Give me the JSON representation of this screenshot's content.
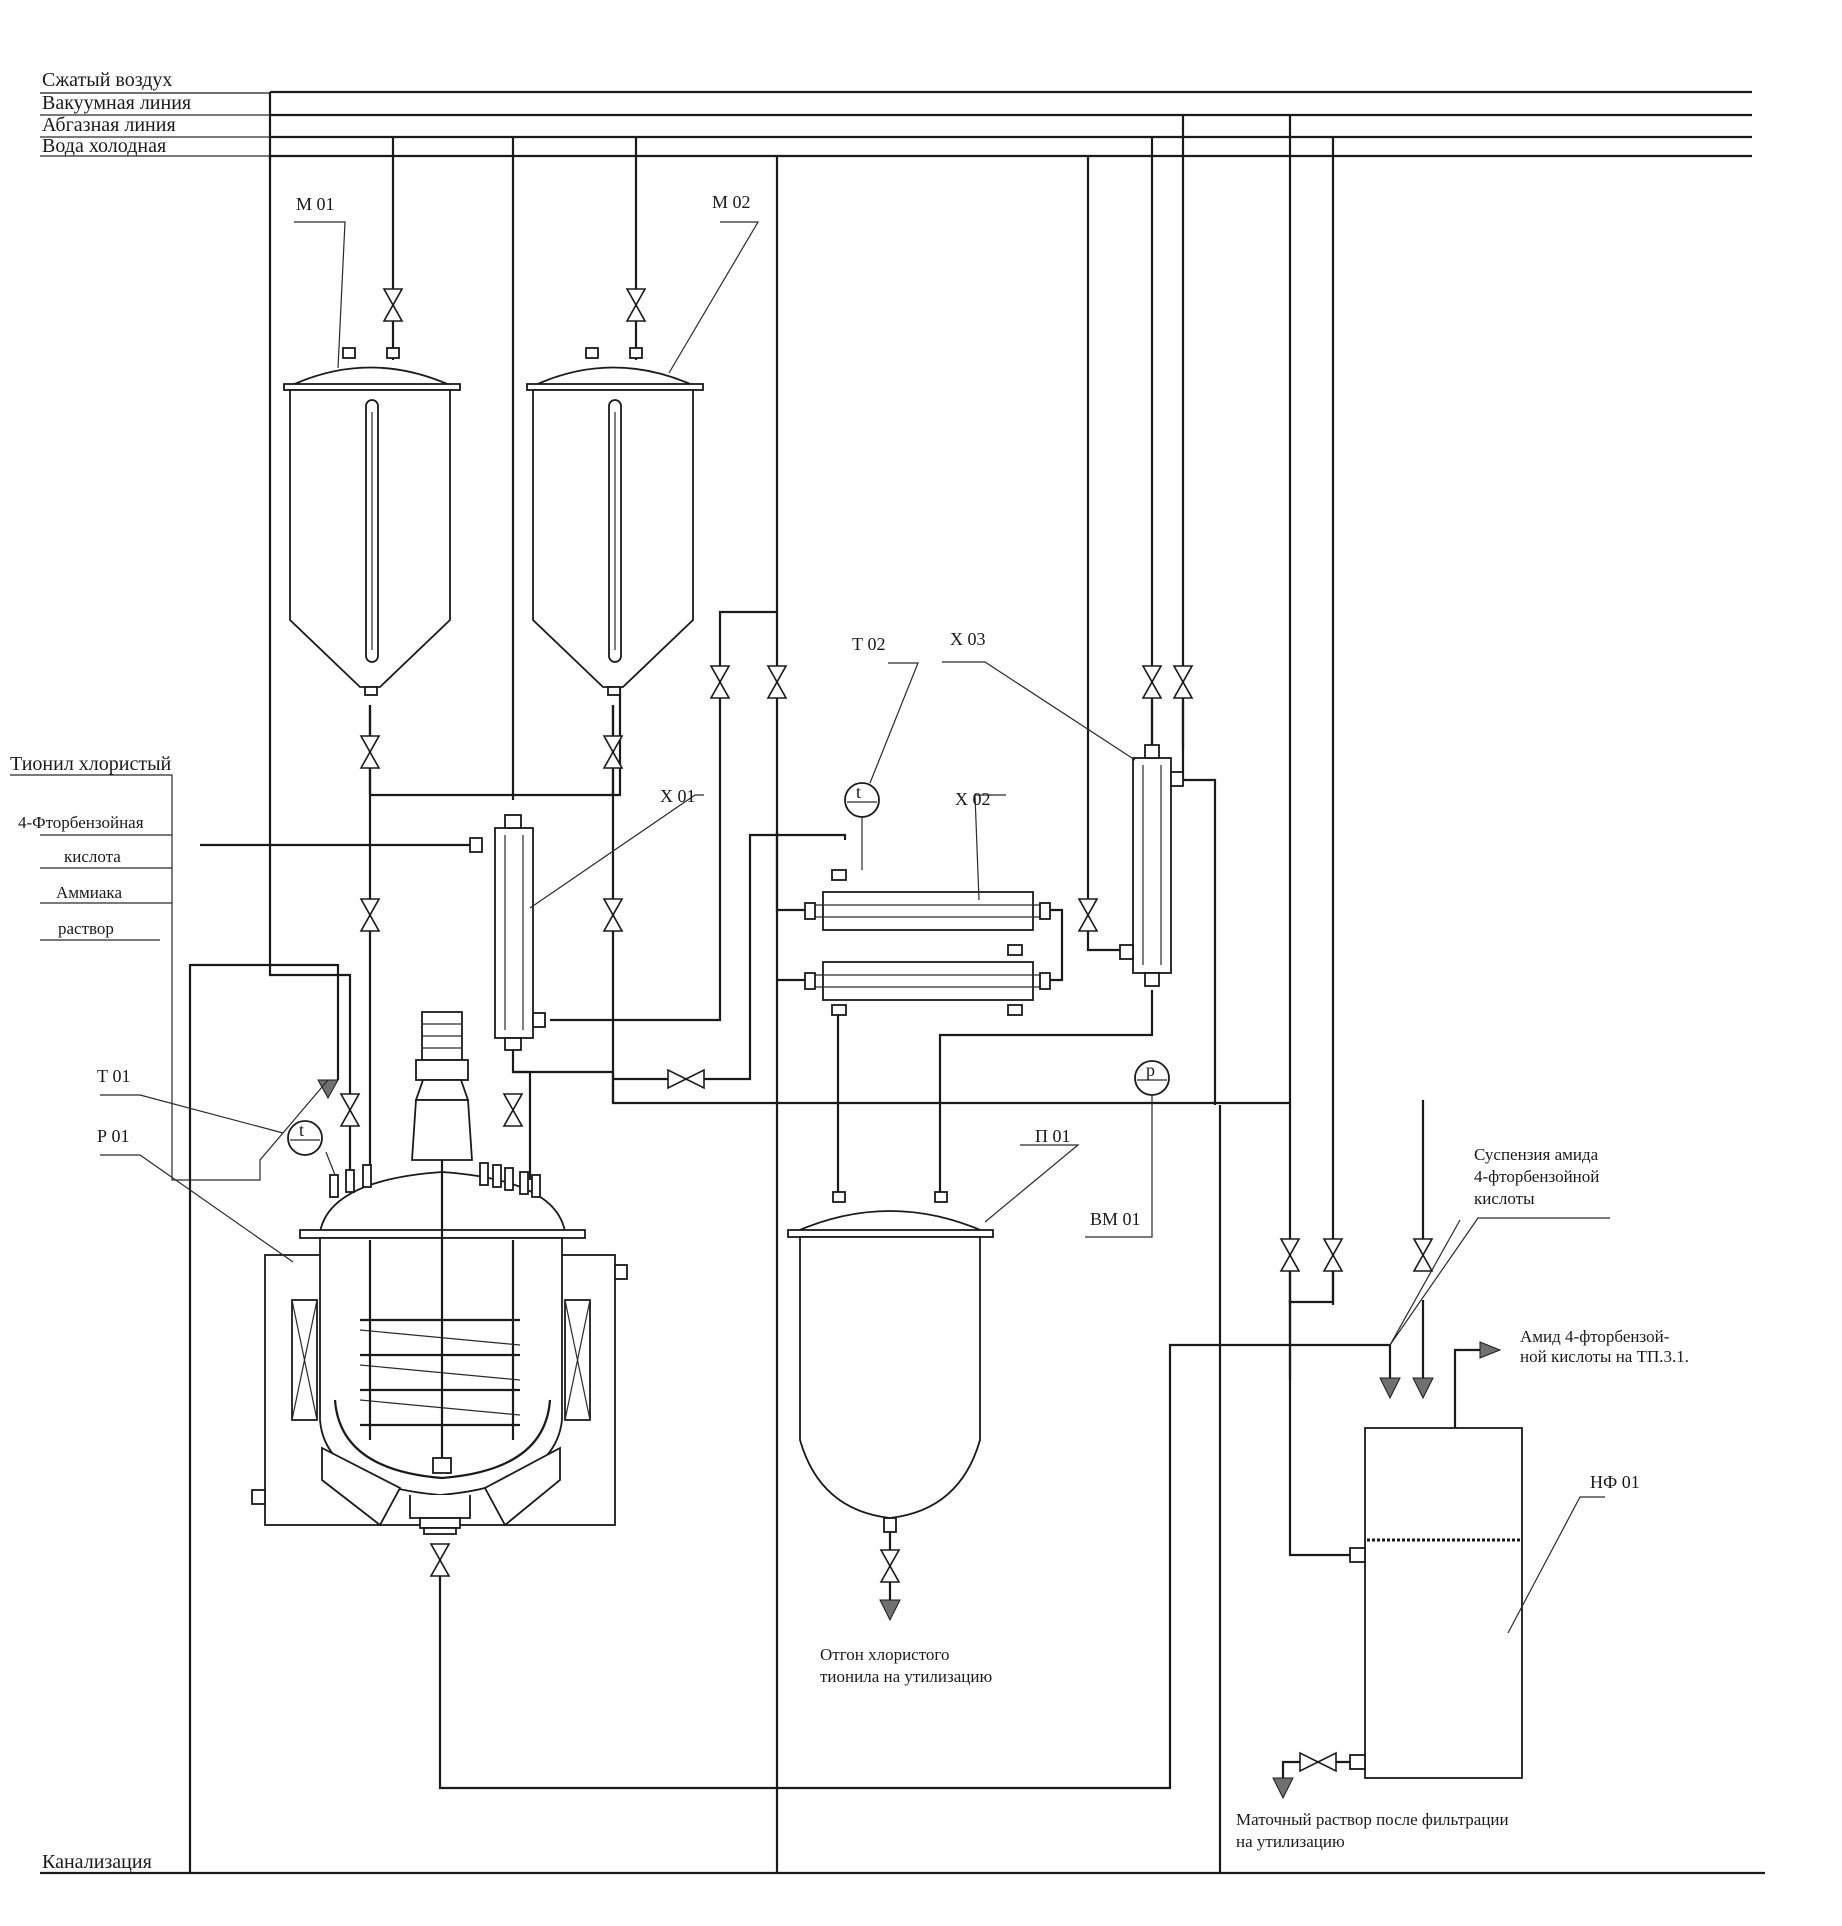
{
  "utility_lines": {
    "compressed_air": "Сжатый воздух",
    "vacuum_line": "Вакуумная линия",
    "exhaust_line": "Абгазная линия",
    "cold_water": "Вода холодная",
    "sewer": "Канализация"
  },
  "feed_labels": {
    "thionyl_chloride": "Тионил хлористый",
    "fluorobenzoic_acid_line1": "4-Фторбензойная",
    "fluorobenzoic_acid_line2": "кислота",
    "ammonia_line1": "Аммиака",
    "ammonia_line2": "раствор"
  },
  "equipment_tags": {
    "m01": "М 01",
    "m02": "М 02",
    "x01": "Х 01",
    "x02": "Х 02",
    "x03": "Х 03",
    "t01": "Т 01",
    "t02": "Т 02",
    "p01_reactor": "Р 01",
    "p01_receiver": "П 01",
    "bm01": "ВМ 01",
    "nf01": "НФ 01"
  },
  "instruments": {
    "temperature_symbol": "t",
    "pressure_symbol": "p"
  },
  "stream_labels": {
    "suspension_line1": "Суспензия амида",
    "suspension_line2": "4-фторбензойной",
    "suspension_line3": "кислоты",
    "amide_out_line1": "Амид 4-фторбензой-",
    "amide_out_line2": "ной кислоты на ТП.3.1.",
    "distillate_line1": "Отгон хлористого",
    "distillate_line2": "тионила на утилизацию",
    "mother_liquor_line1": "Маточный раствор после фильтрации",
    "mother_liquor_line2": "на утилизацию"
  }
}
